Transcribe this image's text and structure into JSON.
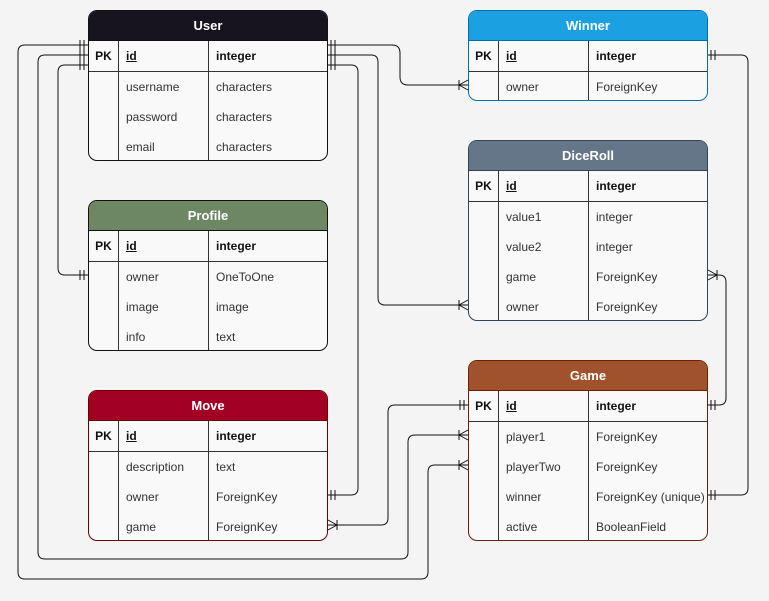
{
  "entities": [
    {
      "name": "User",
      "header_color": "#18141d",
      "border_color": "#111111",
      "fields": [
        {
          "key": "PK",
          "name": "id",
          "type": "integer"
        },
        {
          "key": "",
          "name": "username",
          "type": "characters"
        },
        {
          "key": "",
          "name": "password",
          "type": "characters"
        },
        {
          "key": "",
          "name": "email",
          "type": "characters"
        }
      ]
    },
    {
      "name": "Profile",
      "header_color": "#6d8764",
      "border_color": "#111111",
      "fields": [
        {
          "key": "PK",
          "name": "id",
          "type": "integer"
        },
        {
          "key": "",
          "name": "owner",
          "type": "OneToOne"
        },
        {
          "key": "",
          "name": "image",
          "type": "image"
        },
        {
          "key": "",
          "name": "info",
          "type": "text"
        }
      ]
    },
    {
      "name": "Move",
      "header_color": "#a20025",
      "border_color": "#6f0000",
      "fields": [
        {
          "key": "PK",
          "name": "id",
          "type": "integer"
        },
        {
          "key": "",
          "name": "description",
          "type": "text"
        },
        {
          "key": "",
          "name": "owner",
          "type": "ForeignKey"
        },
        {
          "key": "",
          "name": "game",
          "type": "ForeignKey"
        }
      ]
    },
    {
      "name": "Winner",
      "header_color": "#1ba1e2",
      "border_color": "#006eaf",
      "fields": [
        {
          "key": "PK",
          "name": "id",
          "type": "integer"
        },
        {
          "key": "",
          "name": "owner",
          "type": "ForeignKey"
        }
      ]
    },
    {
      "name": "DiceRoll",
      "header_color": "#647687",
      "border_color": "#314354",
      "fields": [
        {
          "key": "PK",
          "name": "id",
          "type": "integer"
        },
        {
          "key": "",
          "name": "value1",
          "type": "integer"
        },
        {
          "key": "",
          "name": "value2",
          "type": "integer"
        },
        {
          "key": "",
          "name": "game",
          "type": "ForeignKey"
        },
        {
          "key": "",
          "name": "owner",
          "type": "ForeignKey"
        }
      ]
    },
    {
      "name": "Game",
      "header_color": "#a0522d",
      "border_color": "#6d1f00",
      "fields": [
        {
          "key": "PK",
          "name": "id",
          "type": "integer"
        },
        {
          "key": "",
          "name": "player1",
          "type": "ForeignKey"
        },
        {
          "key": "",
          "name": "playerTwo",
          "type": "ForeignKey"
        },
        {
          "key": "",
          "name": "winner",
          "type": "ForeignKey (unique)"
        },
        {
          "key": "",
          "name": "active",
          "type": "BooleanField"
        }
      ]
    }
  ]
}
